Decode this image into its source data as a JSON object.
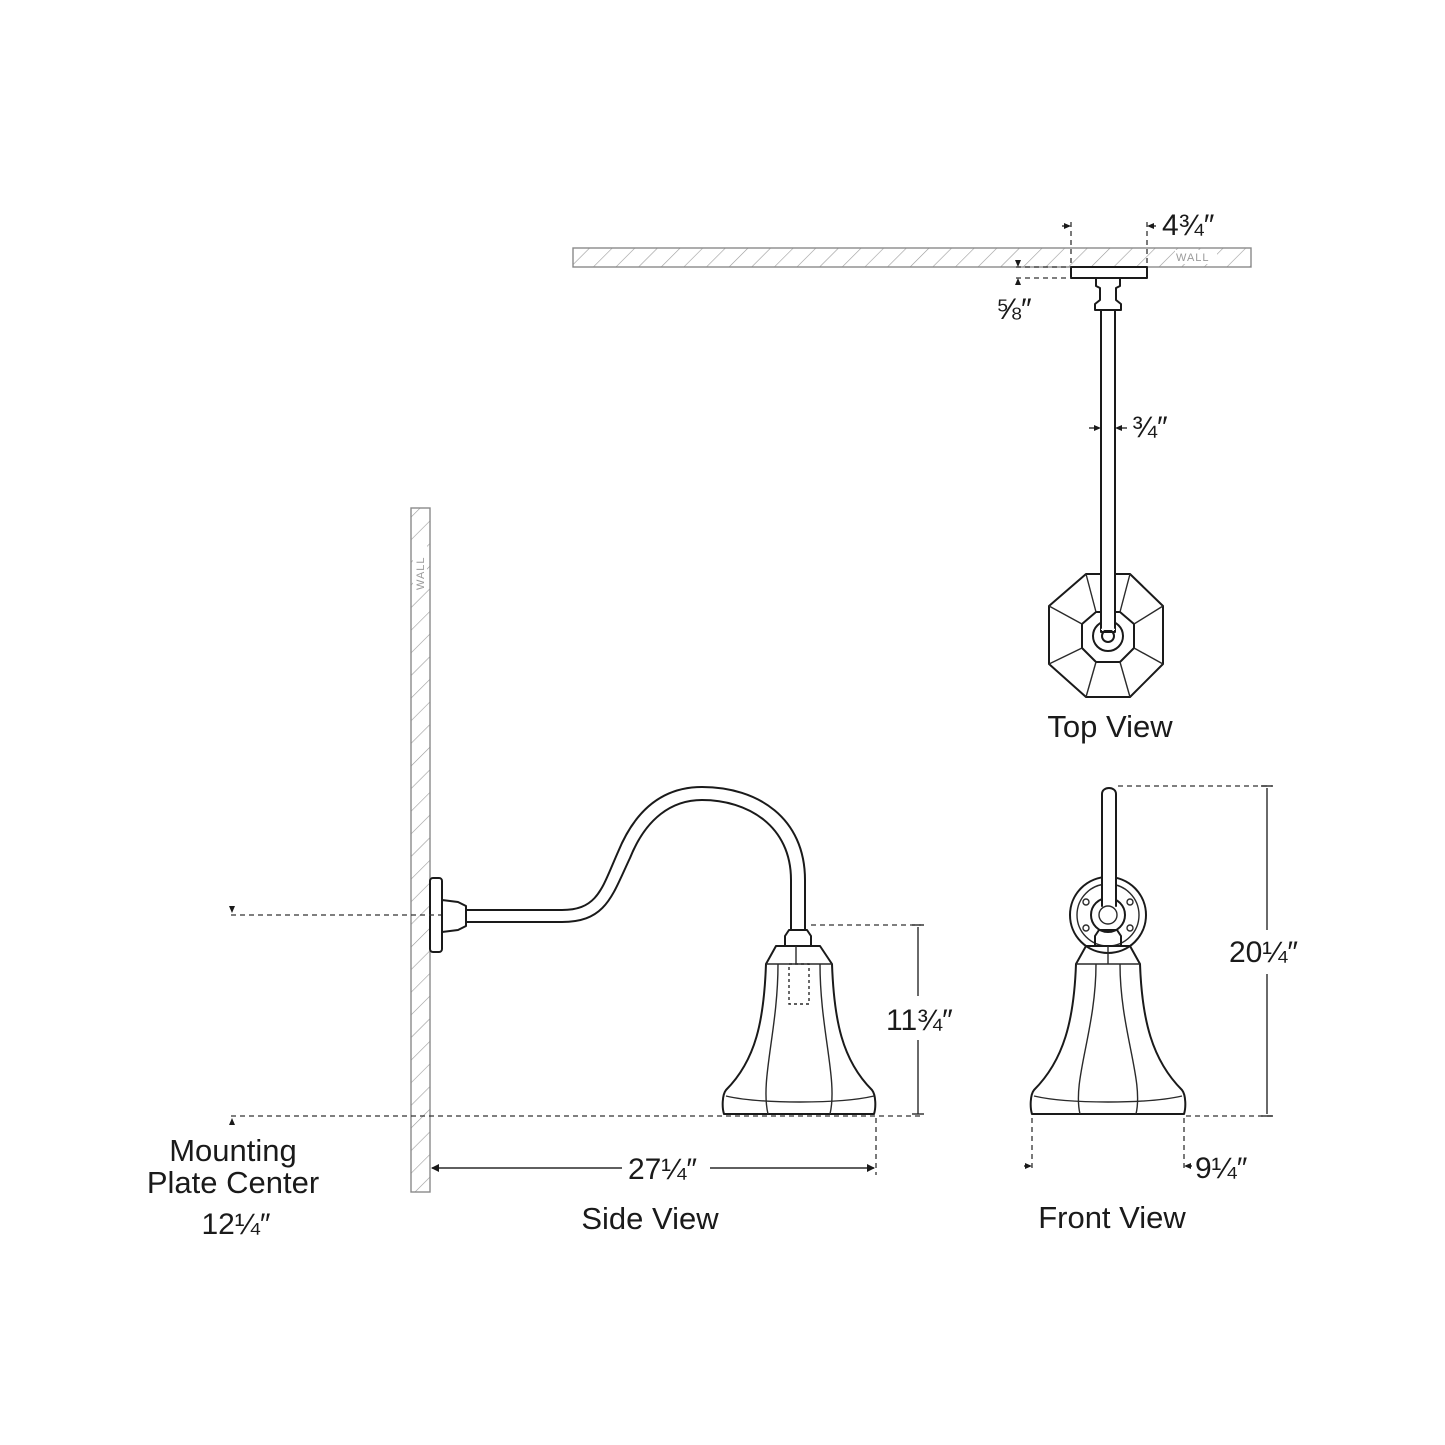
{
  "labels": {
    "top_view": "Top View",
    "side_view": "Side View",
    "front_view": "Front View",
    "mounting_line1": "Mounting",
    "mounting_line2": "Plate Center",
    "wall": "WALL"
  },
  "dimensions": {
    "backplate_width": "4¾″",
    "backplate_depth": "⅝″",
    "arm_diameter": "¾″",
    "shade_height": "11¾″",
    "projection": "27¼″",
    "mounting_height": "12¼″",
    "overall_height": "20¼″",
    "shade_width": "9¼″"
  },
  "colors": {
    "line": "#1a1a1a",
    "hatch": "#9a9a9a",
    "background": "#ffffff"
  }
}
